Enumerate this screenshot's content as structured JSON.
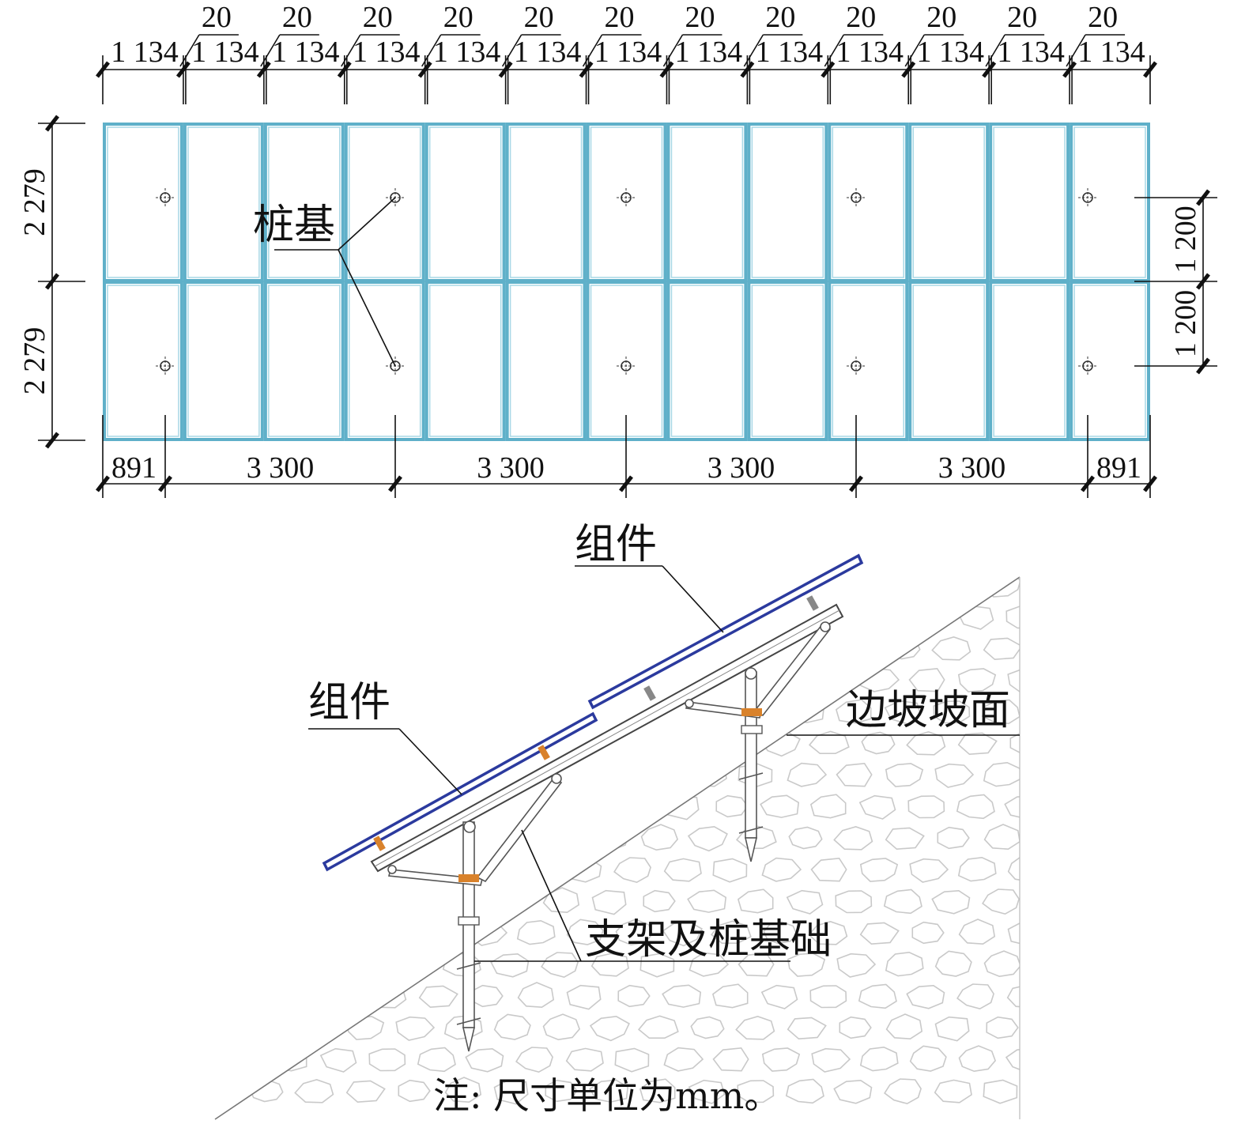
{
  "plan": {
    "top_gap_labels": [
      "20",
      "20",
      "20",
      "20",
      "20",
      "20",
      "20",
      "20",
      "20",
      "20",
      "20",
      "20"
    ],
    "top_module_labels": [
      "1 134",
      "1 134",
      "1 134",
      "1 134",
      "1 134",
      "1 134",
      "1 134",
      "1 134",
      "1 134",
      "1 134",
      "1 134",
      "1 134",
      "1 134"
    ],
    "left_row_labels": [
      "2 279",
      "2 279"
    ],
    "right_pile_labels": [
      "1 200",
      "1 200"
    ],
    "bottom_labels": [
      "891",
      "3 300",
      "3 300",
      "3 300",
      "3 300",
      "891"
    ],
    "pile_label": "桩基"
  },
  "section": {
    "module_label_top": "组件",
    "module_label_left": "组件",
    "slope_label": "边坡坡面",
    "support_label": "支架及桩基础"
  },
  "note": "注: 尺寸单位为mm。",
  "colors": {
    "panel_frame": "#5fb0c9",
    "module_section": "#2b3a9e",
    "clamp_accent": "#d9822b"
  }
}
